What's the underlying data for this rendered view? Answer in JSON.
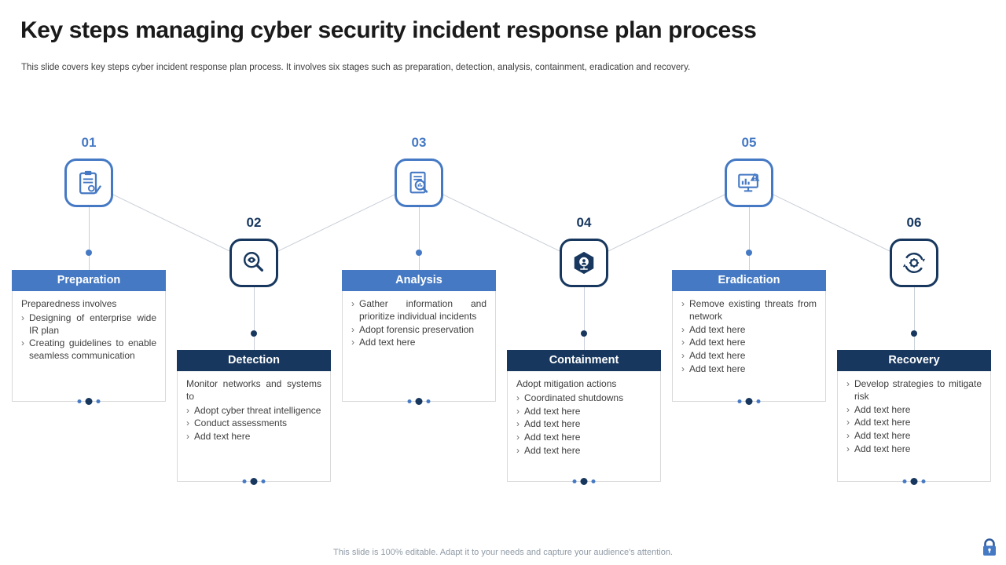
{
  "slide": {
    "title": "Key steps managing cyber security incident response plan process",
    "subtitle": "This slide covers key steps cyber incident response plan process. It involves six stages such as preparation, detection, analysis, containment, eradication and recovery.",
    "footer": "This slide is 100% editable. Adapt it to your needs and capture your audience's attention."
  },
  "colors": {
    "light_blue": "#4579c4",
    "dark_navy": "#17375e",
    "connector": "#c9cfd8",
    "body_text": "#3f3f3f",
    "card_border": "#d9d9d9",
    "footer_text": "#8f9aa6"
  },
  "steps": [
    {
      "number": "01",
      "label": "Preparation",
      "tone": "light",
      "icon": "clipboard-gear-icon",
      "intro": "Preparedness involves",
      "bullets": [
        "Designing of enterprise wide IR plan",
        "Creating guidelines to enable seamless communication"
      ]
    },
    {
      "number": "02",
      "label": "Detection",
      "tone": "dark",
      "icon": "magnifier-eye-icon",
      "intro": "Monitor networks and systems to",
      "bullets": [
        "Adopt cyber threat intelligence",
        "Conduct assessments",
        "Add text here"
      ]
    },
    {
      "number": "03",
      "label": "Analysis",
      "tone": "light",
      "icon": "document-magnifier-icon",
      "bullets": [
        "Gather information and prioritize individual incidents",
        "Adopt forensic preservation",
        "Add text here"
      ]
    },
    {
      "number": "04",
      "label": "Containment",
      "tone": "dark",
      "icon": "hexagon-target-icon",
      "intro": "Adopt mitigation actions",
      "bullets": [
        "Coordinated shutdowns",
        "Add text here",
        "Add text here",
        "Add text here",
        "Add text here"
      ]
    },
    {
      "number": "05",
      "label": "Eradication",
      "tone": "light",
      "icon": "monitor-alert-icon",
      "bullets": [
        "Remove existing threats from network",
        "Add text here",
        "Add text here",
        "Add text here",
        "Add text here"
      ]
    },
    {
      "number": "06",
      "label": "Recovery",
      "tone": "dark",
      "icon": "recycle-gear-icon",
      "bullets": [
        "Develop strategies to mitigate risk",
        "Add text here",
        "Add text here",
        "Add text here",
        "Add text here"
      ]
    }
  ]
}
